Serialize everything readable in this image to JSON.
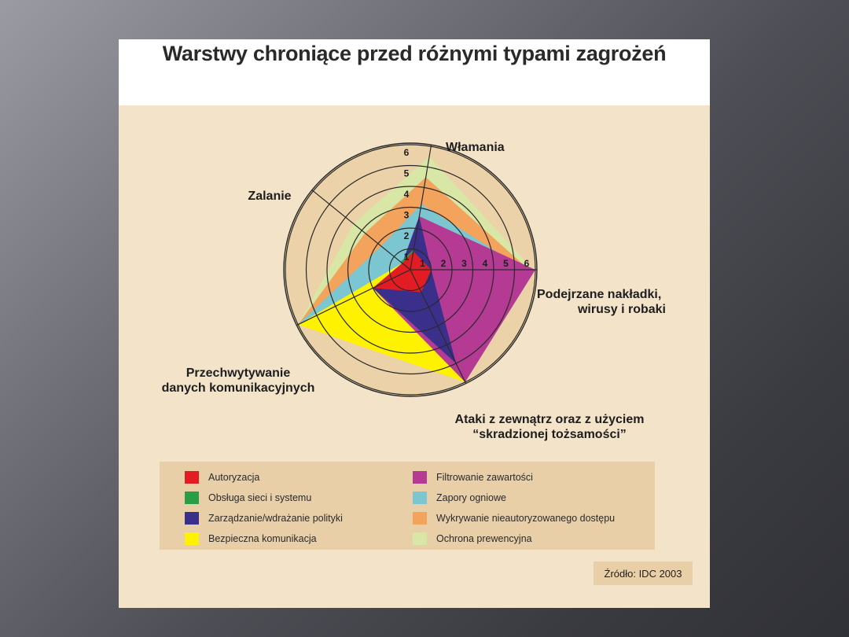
{
  "page": {
    "title": "Warstwy chroniące przed różnymi typami zagrożeń"
  },
  "source": "Źródło: IDC 2003",
  "chart_data": {
    "type": "radar",
    "title": "Warstwy chroniące przed różnymi typami zagrożeń",
    "rlim": [
      0,
      6
    ],
    "ticks": [
      "1",
      "2",
      "3",
      "4",
      "5",
      "6"
    ],
    "axes": [
      {
        "key": "wlamania",
        "label": [
          "Włamania"
        ]
      },
      {
        "key": "podejrzane",
        "label": [
          "Podejrzane nakładki,",
          "wirusy i robaki"
        ]
      },
      {
        "key": "ataki",
        "label": [
          "Ataki z zewnątrz oraz z użyciem",
          "“skradzionej tożsamości”"
        ]
      },
      {
        "key": "przechwytywanie",
        "label": [
          "Przechwytywanie",
          "danych komunikacyjnych"
        ]
      },
      {
        "key": "zalanie",
        "label": [
          "Zalanie"
        ]
      }
    ],
    "series": [
      {
        "name": "Ochrona prewencyjna",
        "color": "#d8e6a6",
        "values": [
          5.5,
          5.9,
          4.2,
          6,
          3.5
        ]
      },
      {
        "name": "Wykrywanie nieautoryzowanego dostępu",
        "color": "#f3a35b",
        "values": [
          4.5,
          5.7,
          4.2,
          6,
          2.8
        ]
      },
      {
        "name": "Zapory ogniowe",
        "color": "#7cc6d2",
        "values": [
          3.2,
          5.5,
          4.2,
          6,
          1.8
        ]
      },
      {
        "name": "Bezpieczna komunikacja",
        "color": "#fff200",
        "values": [
          1,
          1,
          6,
          6,
          0.5
        ]
      },
      {
        "name": "Filtrowanie zawartości",
        "color": "#b43a94",
        "values": [
          2.6,
          6,
          6,
          2,
          0.5
        ]
      },
      {
        "name": "Zarządzanie/wdrażanie polityki",
        "color": "#3b2f8c",
        "values": [
          2.6,
          1,
          5,
          2,
          0.5
        ]
      },
      {
        "name": "Obsługa sieci i systemu",
        "color": "#2a9d47",
        "values": [
          1,
          0.3,
          0.3,
          0.3,
          0.6
        ]
      },
      {
        "name": "Autoryzacja",
        "color": "#e31b23",
        "values": [
          0.9,
          1,
          1.2,
          2,
          0.5
        ]
      }
    ]
  },
  "legend": {
    "left": [
      "Autoryzacja",
      "Obsługa sieci i systemu",
      "Zarządzanie/wdrażanie polityki",
      "Bezpieczna komunikacja"
    ],
    "right": [
      "Filtrowanie zawartości",
      "Zapory ogniowe",
      "Wykrywanie nieautoryzowanego dostępu",
      "Ochrona prewencyjna"
    ]
  }
}
